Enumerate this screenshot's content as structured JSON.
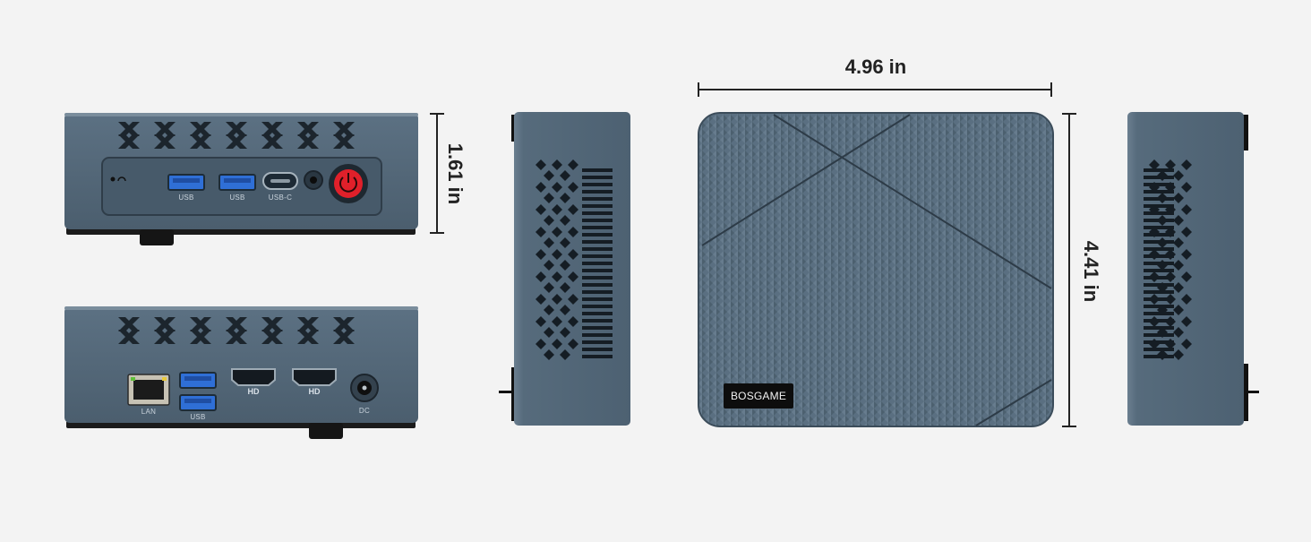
{
  "dimensions": {
    "width": "4.96 in",
    "height": "1.61 in",
    "depth": "4.41 in"
  },
  "front_panel": {
    "usb_1": "USB",
    "usb_2": "USB",
    "usb_c": "USB-C"
  },
  "rear_panel": {
    "lan": "LAN",
    "usb": "USB",
    "hdmi_1": "HD",
    "hdmi_2": "HD",
    "dc": "DC"
  },
  "brand": "BOSGAME",
  "colors": {
    "background": "#f3f3f3",
    "chassis": "#53687a",
    "chassis_dark": "#3d4f5e",
    "power_button": "#e0202a",
    "usb_blue": "#2f6fd6"
  }
}
